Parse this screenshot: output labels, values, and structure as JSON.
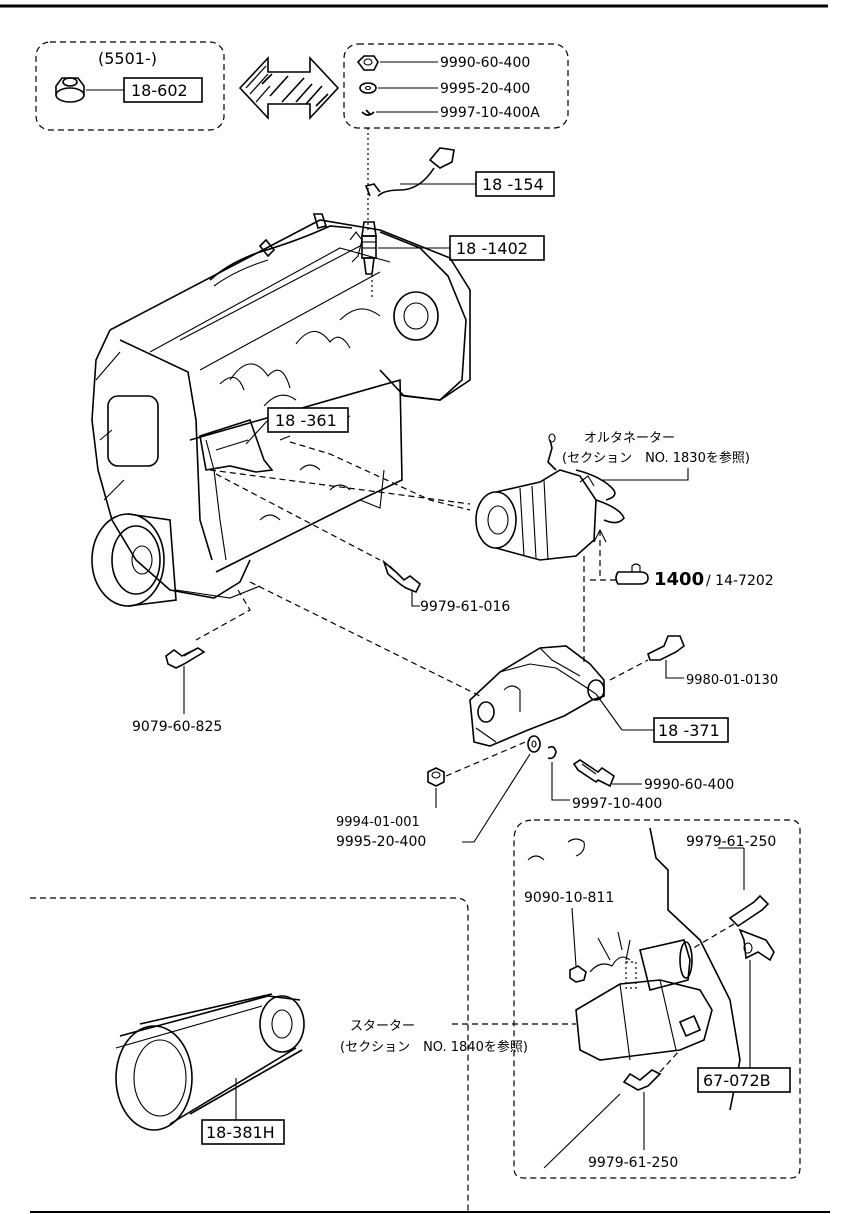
{
  "bracketed_note": "(5501-)",
  "refs": {
    "r18_602": "18-602",
    "r18_154": "18 -154",
    "r18_1402": "18 -1402",
    "r18_361": "18 -361",
    "r18_371": "18 -371",
    "r18_381H": "18-381H",
    "r67_072B": "67-072B"
  },
  "parts": {
    "p1": "9990-60-400",
    "p2": "9995-20-400",
    "p3": "9997-10-400A",
    "p4": "9979-61-016",
    "p5": "9079-60-825",
    "p6": "9980-01-0130",
    "p7": "9990-60-400",
    "p8": "9994-01-001",
    "p9": "9997-10-400",
    "p10": "9995-20-400",
    "p11": "9979-61-250",
    "p12": "9090-10-811",
    "p13": "9979-61-250"
  },
  "alternator": {
    "name": "オルタネーター",
    "section": "(セクション　NO. 1830を参照)"
  },
  "starter": {
    "name": "スターター",
    "section": "(セクション　NO. 1840を参照)"
  },
  "page_ref": {
    "main": "1400",
    "sub": "/ 14-7202"
  },
  "icons": [
    "double-arrow-icon",
    "pointing-hand-icon"
  ]
}
